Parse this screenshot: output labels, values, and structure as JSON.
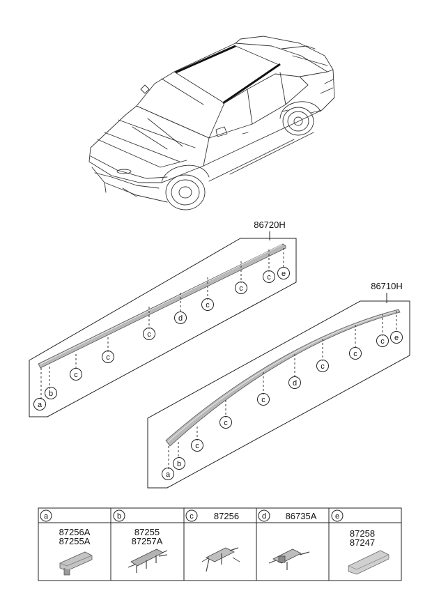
{
  "assemblies": [
    {
      "part_no": "86720H"
    },
    {
      "part_no": "86710H"
    }
  ],
  "callouts": [
    "a",
    "b",
    "c",
    "d",
    "e"
  ],
  "legend": [
    {
      "key": "a",
      "parts": [
        "87256A",
        "87255A"
      ]
    },
    {
      "key": "b",
      "parts": [
        "87255",
        "87257A"
      ]
    },
    {
      "key": "c",
      "parts": [
        "87256"
      ]
    },
    {
      "key": "d",
      "parts": [
        "86735A"
      ]
    },
    {
      "key": "e",
      "parts": [
        "87258",
        "87247"
      ]
    }
  ]
}
